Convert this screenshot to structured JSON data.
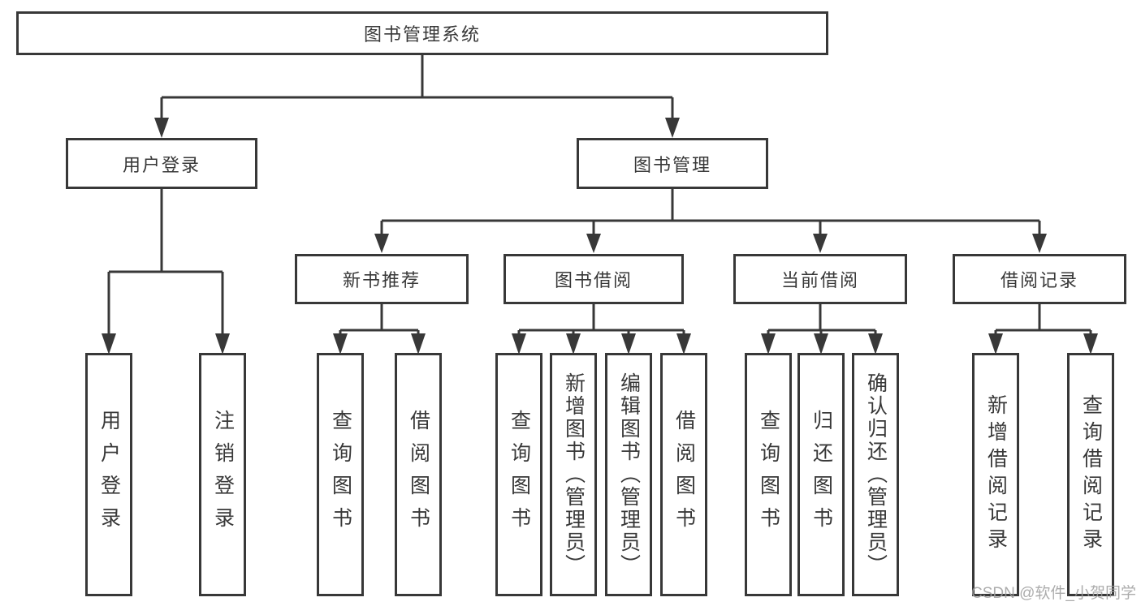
{
  "diagram": {
    "root": {
      "label": "图书管理系统"
    },
    "branches": [
      {
        "label": "用户登录",
        "children": [
          {
            "label": "用户登录"
          },
          {
            "label": "注销登录"
          }
        ]
      },
      {
        "label": "图书管理",
        "children": [
          {
            "label": "新书推荐",
            "children": [
              {
                "label": "查询图书"
              },
              {
                "label": "借阅图书"
              }
            ]
          },
          {
            "label": "图书借阅",
            "children": [
              {
                "label": "查询图书"
              },
              {
                "label": "新增图书（管理员）"
              },
              {
                "label": "编辑图书（管理员）"
              },
              {
                "label": "借阅图书"
              }
            ]
          },
          {
            "label": "当前借阅",
            "children": [
              {
                "label": "查询图书"
              },
              {
                "label": "归还图书"
              },
              {
                "label": "确认归还（管理员）"
              }
            ]
          },
          {
            "label": "借阅记录",
            "children": [
              {
                "label": "新增借阅记录"
              },
              {
                "label": "查询借阅记录"
              }
            ]
          }
        ]
      }
    ],
    "colors": {
      "line": "#383838",
      "text": "#383838",
      "background": "#ffffff"
    }
  },
  "watermark": {
    "text": "CSDN @软件_小贺同学"
  }
}
